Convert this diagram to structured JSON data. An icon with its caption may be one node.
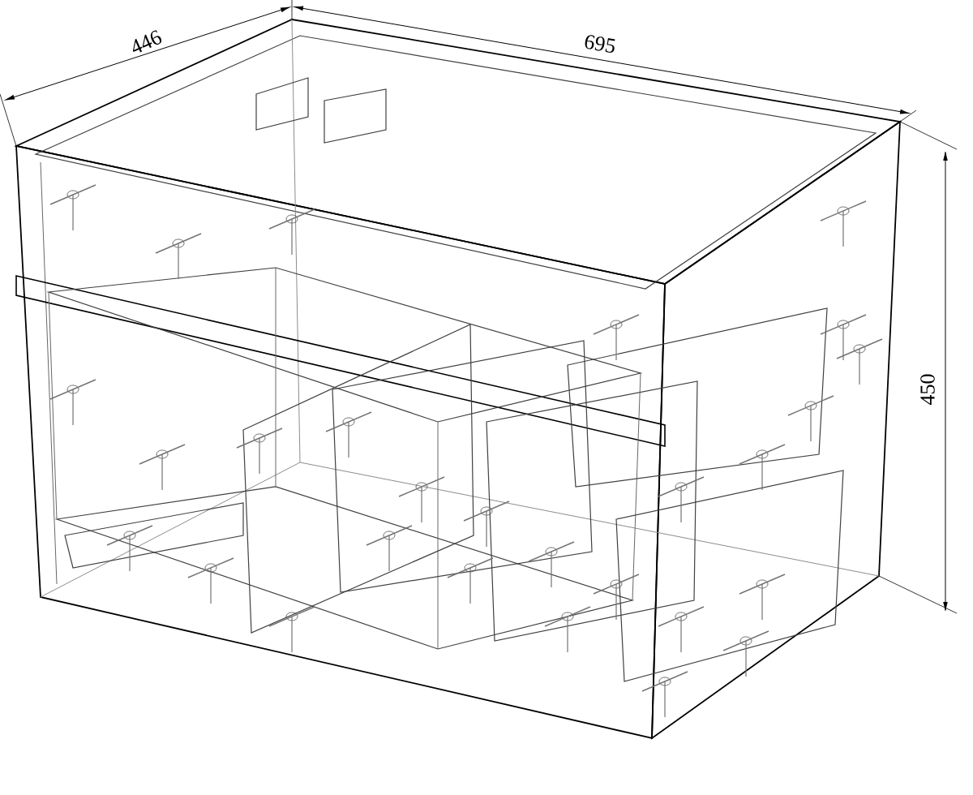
{
  "diagram": {
    "labels": [
      "446",
      "695",
      "450"
    ]
  }
}
